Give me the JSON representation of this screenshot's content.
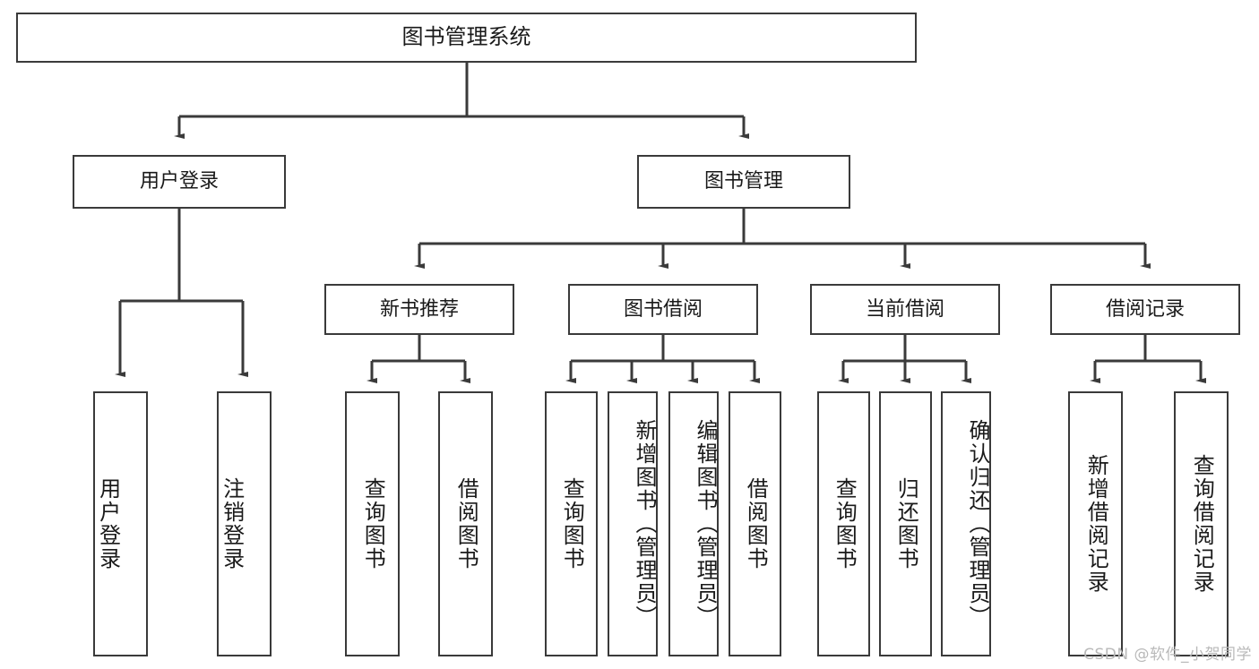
{
  "diagram": {
    "title": "图书管理系统",
    "type": "tree-hierarchy",
    "watermark": "CSDN @软件_小贺同学",
    "colors": {
      "stroke": "#3a3a3a",
      "fill": "#ffffff",
      "text": "#1a1a1a",
      "watermark": "#b9b9b9"
    },
    "root": {
      "label": "图书管理系统"
    },
    "level2": [
      {
        "label": "用户登录"
      },
      {
        "label": "图书管理"
      }
    ],
    "level3": [
      {
        "label": "新书推荐"
      },
      {
        "label": "图书借阅"
      },
      {
        "label": "当前借阅"
      },
      {
        "label": "借阅记录"
      }
    ],
    "leaves": {
      "user_login": [
        {
          "label": "用户登录"
        },
        {
          "label": "注销登录"
        }
      ],
      "new_book_recommend": [
        {
          "label": "查询图书"
        },
        {
          "label": "借阅图书"
        }
      ],
      "book_borrow": [
        {
          "label": "查询图书"
        },
        {
          "label": "新增图书（管理员）"
        },
        {
          "label": "编辑图书（管理员）"
        },
        {
          "label": "借阅图书"
        }
      ],
      "current_borrow": [
        {
          "label": "查询图书"
        },
        {
          "label": "归还图书"
        },
        {
          "label": "确认归还（管理员）"
        }
      ],
      "borrow_record": [
        {
          "label": "新增借阅记录"
        },
        {
          "label": "查询借阅记录"
        }
      ]
    }
  }
}
